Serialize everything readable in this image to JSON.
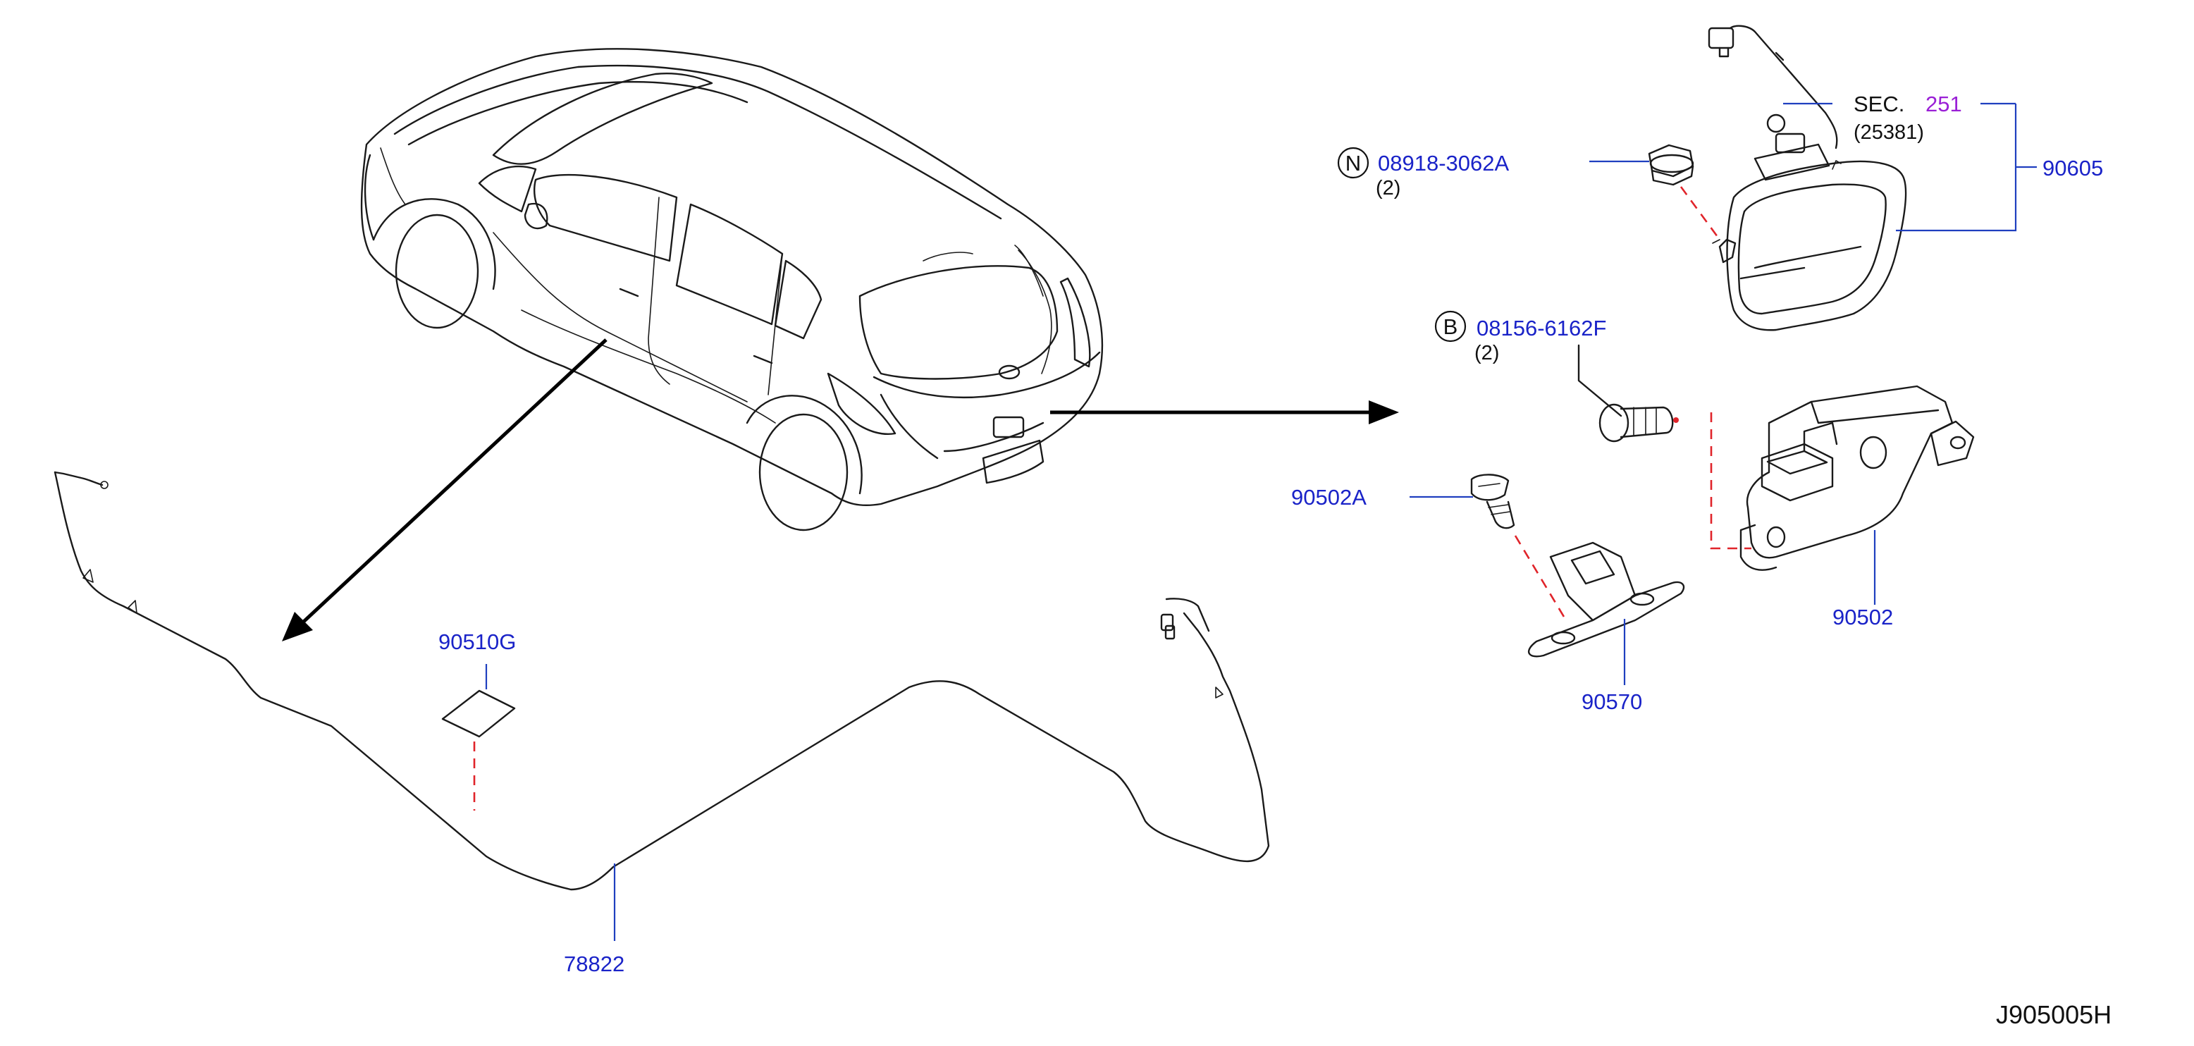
{
  "diagram_code": "J905005H",
  "colors": {
    "part_number": "#1a23c8",
    "section_ref": "#9a1fd6",
    "leader_line": "#1f3fbf",
    "alignment_dash": "#e0242a",
    "line_art": "#1a1a1a"
  },
  "parts": {
    "nut": {
      "prefix": "N",
      "number": "08918-3062A",
      "qty": "(2)"
    },
    "bolt": {
      "prefix": "B",
      "number": "08156-6162F",
      "qty": "(2)"
    },
    "handle": {
      "number": "90605"
    },
    "section_ref": {
      "label": "SEC.",
      "number": "251",
      "sub": "(25381)"
    },
    "screw": {
      "number": "90502A"
    },
    "lock": {
      "number": "90502"
    },
    "striker": {
      "number": "90570"
    },
    "clip": {
      "number": "90510G"
    },
    "harness": {
      "number": "78822"
    }
  }
}
